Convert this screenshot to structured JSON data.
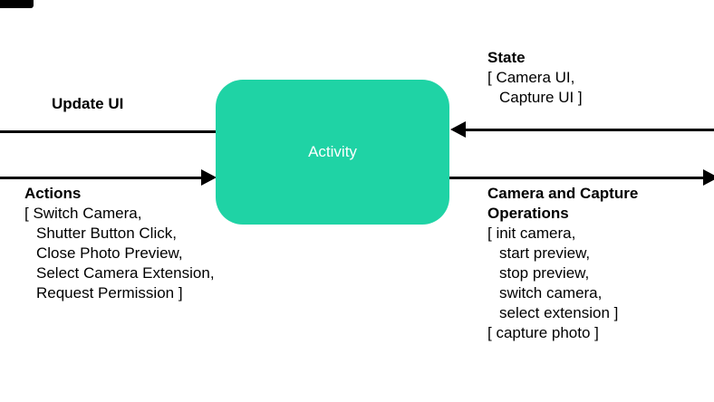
{
  "diagram": {
    "node": {
      "label": "Activity",
      "fill": "#1fd3a5",
      "text_color": "#ffffff"
    },
    "arrow_color": "#000000",
    "arrows": {
      "update_ui": {
        "label": "Update UI",
        "direction": "left-out-of-activity"
      },
      "actions": {
        "direction": "right-into-activity"
      },
      "state": {
        "direction": "left-into-activity"
      },
      "operations": {
        "direction": "right-out-of-activity"
      }
    },
    "left": {
      "actions": {
        "title": "Actions",
        "lines": [
          "[ Switch Camera,",
          "Shutter Button Click,",
          "Close Photo Preview,",
          "Select Camera Extension,",
          "Request Permission ]"
        ]
      }
    },
    "right": {
      "state": {
        "title": "State",
        "lines": [
          "[ Camera UI,",
          "Capture UI ]"
        ]
      },
      "operations": {
        "title_line1": "Camera and Capture",
        "title_line2": "Operations",
        "lines": [
          "[ init camera,",
          "start preview,",
          "stop preview,",
          "switch camera,",
          "select extension ]",
          "[ capture photo ]"
        ]
      }
    }
  }
}
